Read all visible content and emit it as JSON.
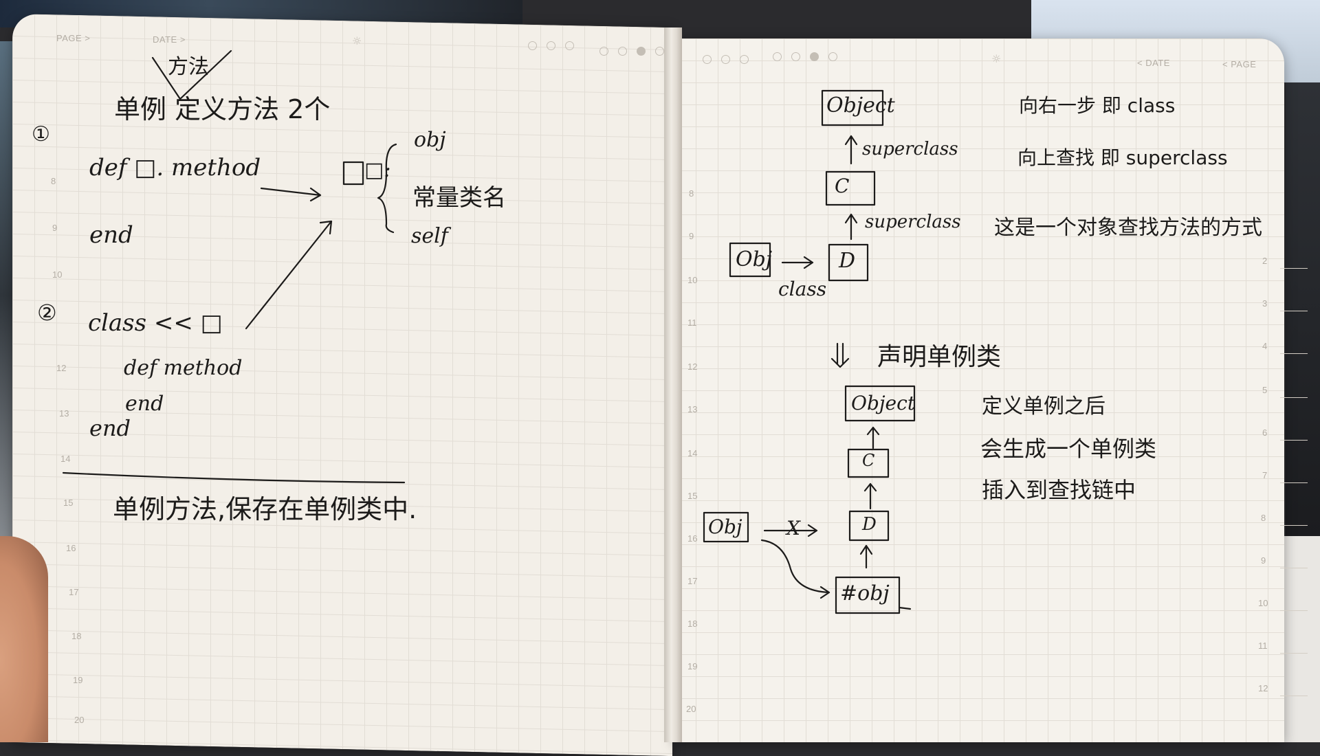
{
  "left_page": {
    "header": {
      "page_label": "PAGE >",
      "date_label": "DATE >"
    },
    "line_numbers": [
      "8",
      "9",
      "10",
      "12",
      "13",
      "14",
      "15",
      "16",
      "17",
      "18",
      "19",
      "20"
    ],
    "annotation_above": "方法",
    "title": "单例 定义方法 2个",
    "marker_1": "①",
    "def_line": "def □. method",
    "end_1": "end",
    "box_label": "□:",
    "brace_options": [
      "obj",
      "常量类名",
      "self"
    ],
    "marker_2": "②",
    "class_line": "class << □",
    "def_method": "def method",
    "end_2": "end",
    "end_3": "end",
    "conclusion": "单例方法,保存在单例类中."
  },
  "right_page": {
    "header": {
      "date_label": "< DATE",
      "page_label": "< PAGE"
    },
    "line_numbers": [
      "8",
      "9",
      "10",
      "11",
      "12",
      "13",
      "14",
      "15",
      "16",
      "17",
      "18",
      "19",
      "20"
    ],
    "tab_numbers": [
      "2",
      "3",
      "4",
      "5",
      "6",
      "7",
      "8",
      "9",
      "10",
      "11",
      "12"
    ],
    "diagram_top": {
      "object": "Object",
      "superclass_1": "superclass",
      "c": "C",
      "superclass_2": "superclass",
      "obj": "Obj",
      "arrow_label": "class",
      "d": "D"
    },
    "notes_top": [
      "向右一步 即 class",
      "向上查找 即 superclass",
      "这是一个对象查找方法的方式"
    ],
    "section_title": "声明单例类",
    "diagram_bottom": {
      "object": "Object",
      "c": "C",
      "d": "D",
      "obj": "Obj",
      "cross": "X",
      "singleton": "#obj"
    },
    "notes_bottom": [
      "定义单例之后",
      "会生成一个单例类",
      "插入到查找链中"
    ]
  }
}
